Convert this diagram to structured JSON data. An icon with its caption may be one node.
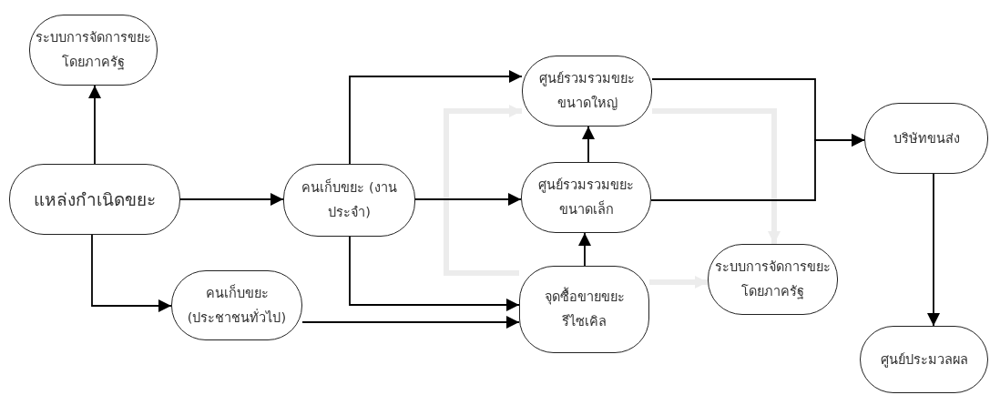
{
  "diagram": {
    "nodes": [
      {
        "text": [
          "ระบบการจัดการขยะโดยภาครัฐ"
        ]
      },
      {
        "text": [
          "แหล่งกำเนิดขยะ"
        ]
      },
      {
        "text": [
          "คนเก็บขยะ (งานประจำ)"
        ]
      },
      {
        "text": [
          "คนเก็บขยะ (ประชาชนทั่วไป)"
        ]
      },
      {
        "text": [
          "ศูนย์รวมรวมขยะขนาดใหญ่"
        ]
      },
      {
        "text": [
          "ศูนย์รวมรวมขยะขนาดเล็ก"
        ]
      },
      {
        "text": [
          "จุดซื้อขายขยะรีไซเคิล"
        ]
      },
      {
        "text": [
          "ระบบการจัดการขยะโดยภาครัฐ"
        ]
      },
      {
        "text": [
          "บริษัทขนส่ง"
        ]
      },
      {
        "text": [
          "ศูนย์ประมวลผล"
        ]
      }
    ],
    "edges": [
      {
        "from": 1,
        "to": 0,
        "arrow": "to"
      },
      {
        "from": 1,
        "to": 2,
        "arrow": "to"
      },
      {
        "from": 1,
        "to": 3,
        "arrow": "to"
      },
      {
        "from": 2,
        "to": 4,
        "arrow": "to"
      },
      {
        "from": 2,
        "to": 5,
        "arrow": "to"
      },
      {
        "from": 2,
        "to": 6,
        "arrow": "to"
      },
      {
        "from": 3,
        "to": 6,
        "arrow": "to"
      },
      {
        "from": 5,
        "to": 4,
        "arrow": "to"
      },
      {
        "from": 6,
        "to": 5,
        "arrow": "to"
      },
      {
        "from": 4,
        "to": 8,
        "arrow": "to"
      },
      {
        "from": 5,
        "to": 8,
        "arrow": "to"
      },
      {
        "from": 8,
        "to": 9,
        "arrow": "to"
      },
      {
        "from": 6,
        "to": 4,
        "arrow": "to",
        "style": "thick",
        "color": "#ececec"
      },
      {
        "from": 4,
        "to": 7,
        "arrow": "to",
        "style": "thick",
        "color": "#ececec"
      },
      {
        "from": 6,
        "to": 7,
        "arrow": "to",
        "style": "thick",
        "color": "#ececec"
      }
    ]
  }
}
